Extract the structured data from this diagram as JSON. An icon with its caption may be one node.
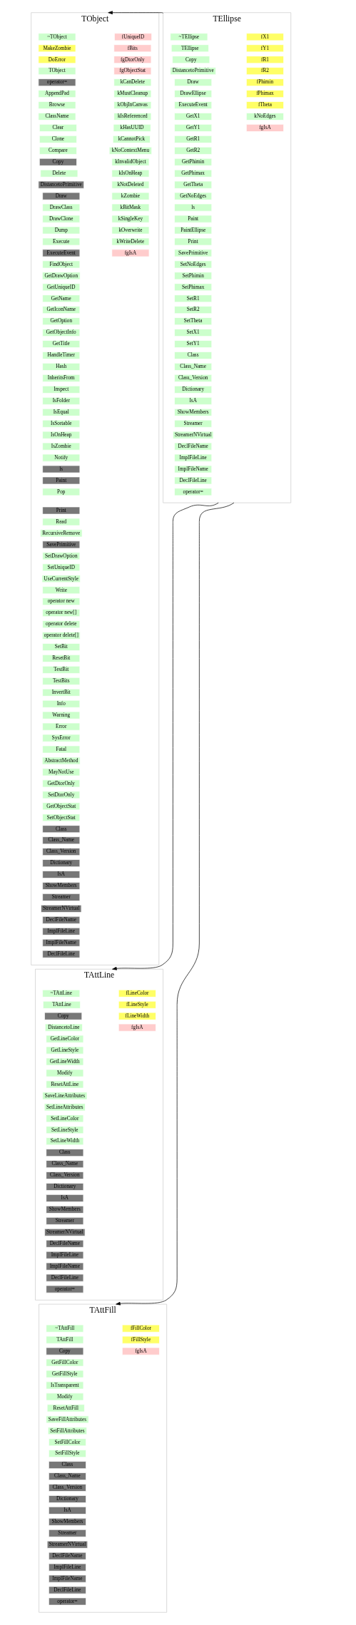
{
  "diagram": {
    "nodes": [
      {
        "text": [
          "TObject"
        ]
      },
      {
        "text": [
          "~TObject"
        ],
        "in": 0
      },
      {
        "text": [
          "MakeZombie"
        ],
        "in": 0
      },
      {
        "text": [
          "DoError"
        ],
        "in": 0
      },
      {
        "text": [
          "TObject"
        ],
        "in": 0
      },
      {
        "text": [
          "operator="
        ],
        "in": 0
      },
      {
        "text": [
          "AppendPad"
        ],
        "in": 0
      },
      {
        "text": [
          "Browse"
        ],
        "in": 0
      },
      {
        "text": [
          "ClassName"
        ],
        "in": 0
      },
      {
        "text": [
          "Clear"
        ],
        "in": 0
      },
      {
        "text": [
          "Clone"
        ],
        "in": 0
      },
      {
        "text": [
          "Compare"
        ],
        "in": 0
      },
      {
        "text": [
          "Copy"
        ],
        "in": 0
      },
      {
        "text": [
          "Delete"
        ],
        "in": 0
      },
      {
        "text": [
          "DistancetoPrimitive"
        ],
        "in": 0
      },
      {
        "text": [
          "Draw"
        ],
        "in": 0
      },
      {
        "text": [
          "DrawClass"
        ],
        "in": 0
      },
      {
        "text": [
          "DrawClone"
        ],
        "in": 0
      },
      {
        "text": [
          "Dump"
        ],
        "in": 0
      },
      {
        "text": [
          "Execute"
        ],
        "in": 0
      },
      {
        "text": [
          "ExecuteEvent"
        ],
        "in": 0
      },
      {
        "text": [
          "FindObject"
        ],
        "in": 0
      },
      {
        "text": [
          "GetDrawOption"
        ],
        "in": 0
      },
      {
        "text": [
          "GetUniqueID"
        ],
        "in": 0
      },
      {
        "text": [
          "GetName"
        ],
        "in": 0
      },
      {
        "text": [
          "GetIconName"
        ],
        "in": 0
      },
      {
        "text": [
          "GetOption"
        ],
        "in": 0
      },
      {
        "text": [
          "GetObjectInfo"
        ],
        "in": 0
      },
      {
        "text": [
          "GetTitle"
        ],
        "in": 0
      },
      {
        "text": [
          "HandleTimer"
        ],
        "in": 0
      },
      {
        "text": [
          "Hash"
        ],
        "in": 0
      },
      {
        "text": [
          "InheritsFrom"
        ],
        "in": 0
      },
      {
        "text": [
          "Inspect"
        ],
        "in": 0
      },
      {
        "text": [
          "IsFolder"
        ],
        "in": 0
      },
      {
        "text": [
          "IsEqual"
        ],
        "in": 0
      },
      {
        "text": [
          "IsSortable"
        ],
        "in": 0
      },
      {
        "text": [
          "IsOnHeap"
        ],
        "in": 0
      },
      {
        "text": [
          "IsZombie"
        ],
        "in": 0
      },
      {
        "text": [
          "Notify"
        ],
        "in": 0
      },
      {
        "text": [
          "ls"
        ],
        "in": 0
      },
      {
        "text": [
          "Paint"
        ],
        "in": 0
      },
      {
        "text": [
          "Pop"
        ],
        "in": 0
      },
      {
        "text": [
          "Print"
        ],
        "in": 0
      },
      {
        "text": [
          "Read"
        ],
        "in": 0
      },
      {
        "text": [
          "RecursiveRemove"
        ],
        "in": 0
      },
      {
        "text": [
          "SavePrimitive"
        ],
        "in": 0
      },
      {
        "text": [
          "SetDrawOption"
        ],
        "in": 0
      },
      {
        "text": [
          "SetUniqueID"
        ],
        "in": 0
      },
      {
        "text": [
          "UseCurrentStyle"
        ],
        "in": 0
      },
      {
        "text": [
          "Write"
        ],
        "in": 0
      },
      {
        "text": [
          "operator new"
        ],
        "in": 0
      },
      {
        "text": [
          "operator new[]"
        ],
        "in": 0
      },
      {
        "text": [
          "operator delete"
        ],
        "in": 0
      },
      {
        "text": [
          "operator delete[]"
        ],
        "in": 0
      },
      {
        "text": [
          "SetBit"
        ],
        "in": 0
      },
      {
        "text": [
          "ResetBit"
        ],
        "in": 0
      },
      {
        "text": [
          "TestBit"
        ],
        "in": 0
      },
      {
        "text": [
          "TestBits"
        ],
        "in": 0
      },
      {
        "text": [
          "InvertBit"
        ],
        "in": 0
      },
      {
        "text": [
          "Info"
        ],
        "in": 0
      },
      {
        "text": [
          "Warning"
        ],
        "in": 0
      },
      {
        "text": [
          "Error"
        ],
        "in": 0
      },
      {
        "text": [
          "SysError"
        ],
        "in": 0
      },
      {
        "text": [
          "Fatal"
        ],
        "in": 0
      },
      {
        "text": [
          "AbstractMethod"
        ],
        "in": 0
      },
      {
        "text": [
          "MayNotUse"
        ],
        "in": 0
      },
      {
        "text": [
          "GetDtorOnly"
        ],
        "in": 0
      },
      {
        "text": [
          "SetDtorOnly"
        ],
        "in": 0
      },
      {
        "text": [
          "GetObjectStat"
        ],
        "in": 0
      },
      {
        "text": [
          "SetObjectStat"
        ],
        "in": 0
      },
      {
        "text": [
          "Class"
        ],
        "in": 0
      },
      {
        "text": [
          "Class_Name"
        ],
        "in": 0
      },
      {
        "text": [
          "Class_Version"
        ],
        "in": 0
      },
      {
        "text": [
          "Dictionary"
        ],
        "in": 0
      },
      {
        "text": [
          "IsA"
        ],
        "in": 0
      },
      {
        "text": [
          "ShowMembers"
        ],
        "in": 0
      },
      {
        "text": [
          "Streamer"
        ],
        "in": 0
      },
      {
        "text": [
          "StreamerNVirtual"
        ],
        "in": 0
      },
      {
        "text": [
          "DeclFileName"
        ],
        "in": 0
      },
      {
        "text": [
          "ImplFileLine"
        ],
        "in": 0
      },
      {
        "text": [
          "ImplFileName"
        ],
        "in": 0
      },
      {
        "text": [
          "DeclFileLine"
        ],
        "in": 0
      },
      {
        "text": [
          "fUniqueID"
        ],
        "in": 0
      },
      {
        "text": [
          "fBits"
        ],
        "in": 0
      },
      {
        "text": [
          "fgDtorOnly"
        ],
        "in": 0
      },
      {
        "text": [
          "fgObjectStat"
        ],
        "in": 0
      },
      {
        "text": [
          "kCanDelete"
        ],
        "in": 0
      },
      {
        "text": [
          "kMustCleanup"
        ],
        "in": 0
      },
      {
        "text": [
          "kObjInCanvas"
        ],
        "in": 0
      },
      {
        "text": [
          "kIsReferenced"
        ],
        "in": 0
      },
      {
        "text": [
          "kHasUUID"
        ],
        "in": 0
      },
      {
        "text": [
          "kCannotPick"
        ],
        "in": 0
      },
      {
        "text": [
          "kNoContextMenu"
        ],
        "in": 0
      },
      {
        "text": [
          "kInvalidObject"
        ],
        "in": 0
      },
      {
        "text": [
          "kIsOnHeap"
        ],
        "in": 0
      },
      {
        "text": [
          "kNotDeleted"
        ],
        "in": 0
      },
      {
        "text": [
          "kZombie"
        ],
        "in": 0
      },
      {
        "text": [
          "kBitMask"
        ],
        "in": 0
      },
      {
        "text": [
          "kSingleKey"
        ],
        "in": 0
      },
      {
        "text": [
          "kOverwrite"
        ],
        "in": 0
      },
      {
        "text": [
          "kWriteDelete"
        ],
        "in": 0
      },
      {
        "text": [
          "fgIsA"
        ],
        "in": 0
      },
      {
        "text": [
          "TEllipse"
        ]
      },
      {
        "text": [
          "~TEllipse"
        ],
        "in": 102
      },
      {
        "text": [
          "TEllipse"
        ],
        "in": 102
      },
      {
        "text": [
          "Copy"
        ],
        "in": 102
      },
      {
        "text": [
          "DistancetoPrimitive"
        ],
        "in": 102
      },
      {
        "text": [
          "Draw"
        ],
        "in": 102
      },
      {
        "text": [
          "DrawEllipse"
        ],
        "in": 102
      },
      {
        "text": [
          "ExecuteEvent"
        ],
        "in": 102
      },
      {
        "text": [
          "GetX1"
        ],
        "in": 102
      },
      {
        "text": [
          "GetY1"
        ],
        "in": 102
      },
      {
        "text": [
          "GetR1"
        ],
        "in": 102
      },
      {
        "text": [
          "GetR2"
        ],
        "in": 102
      },
      {
        "text": [
          "GetPhimin"
        ],
        "in": 102
      },
      {
        "text": [
          "GetPhimax"
        ],
        "in": 102
      },
      {
        "text": [
          "GetTheta"
        ],
        "in": 102
      },
      {
        "text": [
          "GetNoEdges"
        ],
        "in": 102
      },
      {
        "text": [
          "ls"
        ],
        "in": 102
      },
      {
        "text": [
          "Paint"
        ],
        "in": 102
      },
      {
        "text": [
          "PaintEllipse"
        ],
        "in": 102
      },
      {
        "text": [
          "Print"
        ],
        "in": 102
      },
      {
        "text": [
          "SavePrimitive"
        ],
        "in": 102
      },
      {
        "text": [
          "SetNoEdges"
        ],
        "in": 102
      },
      {
        "text": [
          "SetPhimin"
        ],
        "in": 102
      },
      {
        "text": [
          "SetPhimax"
        ],
        "in": 102
      },
      {
        "text": [
          "SetR1"
        ],
        "in": 102
      },
      {
        "text": [
          "SetR2"
        ],
        "in": 102
      },
      {
        "text": [
          "SetTheta"
        ],
        "in": 102
      },
      {
        "text": [
          "SetX1"
        ],
        "in": 102
      },
      {
        "text": [
          "SetY1"
        ],
        "in": 102
      },
      {
        "text": [
          "Class"
        ],
        "in": 102
      },
      {
        "text": [
          "Class_Name"
        ],
        "in": 102
      },
      {
        "text": [
          "Class_Version"
        ],
        "in": 102
      },
      {
        "text": [
          "Dictionary"
        ],
        "in": 102
      },
      {
        "text": [
          "IsA"
        ],
        "in": 102
      },
      {
        "text": [
          "ShowMembers"
        ],
        "in": 102
      },
      {
        "text": [
          "Streamer"
        ],
        "in": 102
      },
      {
        "text": [
          "StreamerNVirtual"
        ],
        "in": 102
      },
      {
        "text": [
          "DeclFileName"
        ],
        "in": 102
      },
      {
        "text": [
          "ImplFileLine"
        ],
        "in": 102
      },
      {
        "text": [
          "ImplFileName"
        ],
        "in": 102
      },
      {
        "text": [
          "DeclFileLine"
        ],
        "in": 102
      },
      {
        "text": [
          "operator="
        ],
        "in": 102
      },
      {
        "text": [
          "fX1"
        ],
        "in": 102
      },
      {
        "text": [
          "fY1"
        ],
        "in": 102
      },
      {
        "text": [
          "fR1"
        ],
        "in": 102
      },
      {
        "text": [
          "fR2"
        ],
        "in": 102
      },
      {
        "text": [
          "fPhimin"
        ],
        "in": 102
      },
      {
        "text": [
          "fPhimax"
        ],
        "in": 102
      },
      {
        "text": [
          "fTheta"
        ],
        "in": 102
      },
      {
        "text": [
          "kNoEdges"
        ],
        "in": 102
      },
      {
        "text": [
          "fgIsA"
        ],
        "in": 102
      },
      {
        "text": [
          "TAttLine"
        ]
      },
      {
        "text": [
          "~TAttLine"
        ],
        "in": 153
      },
      {
        "text": [
          "TAttLine"
        ],
        "in": 153
      },
      {
        "text": [
          "Copy"
        ],
        "in": 153
      },
      {
        "text": [
          "DistancetoLine"
        ],
        "in": 153
      },
      {
        "text": [
          "GetLineColor"
        ],
        "in": 153
      },
      {
        "text": [
          "GetLineStyle"
        ],
        "in": 153
      },
      {
        "text": [
          "GetLineWidth"
        ],
        "in": 153
      },
      {
        "text": [
          "Modify"
        ],
        "in": 153
      },
      {
        "text": [
          "ResetAttLine"
        ],
        "in": 153
      },
      {
        "text": [
          "SaveLineAttributes"
        ],
        "in": 153
      },
      {
        "text": [
          "SetLineAttributes"
        ],
        "in": 153
      },
      {
        "text": [
          "SetLineColor"
        ],
        "in": 153
      },
      {
        "text": [
          "SetLineStyle"
        ],
        "in": 153
      },
      {
        "text": [
          "SetLineWidth"
        ],
        "in": 153
      },
      {
        "text": [
          "Class"
        ],
        "in": 153
      },
      {
        "text": [
          "Class_Name"
        ],
        "in": 153
      },
      {
        "text": [
          "Class_Version"
        ],
        "in": 153
      },
      {
        "text": [
          "Dictionary"
        ],
        "in": 153
      },
      {
        "text": [
          "IsA"
        ],
        "in": 153
      },
      {
        "text": [
          "ShowMembers"
        ],
        "in": 153
      },
      {
        "text": [
          "Streamer"
        ],
        "in": 153
      },
      {
        "text": [
          "StreamerNVirtual"
        ],
        "in": 153
      },
      {
        "text": [
          "DeclFileName"
        ],
        "in": 153
      },
      {
        "text": [
          "ImplFileLine"
        ],
        "in": 153
      },
      {
        "text": [
          "ImplFileName"
        ],
        "in": 153
      },
      {
        "text": [
          "DeclFileLine"
        ],
        "in": 153
      },
      {
        "text": [
          "operator="
        ],
        "in": 153
      },
      {
        "text": [
          "fLineColor"
        ],
        "in": 153
      },
      {
        "text": [
          "fLineStyle"
        ],
        "in": 153
      },
      {
        "text": [
          "fLineWidth"
        ],
        "in": 153
      },
      {
        "text": [
          "fgIsA"
        ],
        "in": 153
      },
      {
        "text": [
          "TAttFill"
        ]
      },
      {
        "text": [
          "~TAttFill"
        ],
        "in": 185
      },
      {
        "text": [
          "TAttFill"
        ],
        "in": 185
      },
      {
        "text": [
          "Copy"
        ],
        "in": 185
      },
      {
        "text": [
          "GetFillColor"
        ],
        "in": 185
      },
      {
        "text": [
          "GetFillStyle"
        ],
        "in": 185
      },
      {
        "text": [
          "IsTransparent"
        ],
        "in": 185
      },
      {
        "text": [
          "Modify"
        ],
        "in": 185
      },
      {
        "text": [
          "ResetAttFill"
        ],
        "in": 185
      },
      {
        "text": [
          "SaveFillAttributes"
        ],
        "in": 185
      },
      {
        "text": [
          "SetFillAttributes"
        ],
        "in": 185
      },
      {
        "text": [
          "SetFillColor"
        ],
        "in": 185
      },
      {
        "text": [
          "SetFillStyle"
        ],
        "in": 185
      },
      {
        "text": [
          "Class"
        ],
        "in": 185
      },
      {
        "text": [
          "Class_Name"
        ],
        "in": 185
      },
      {
        "text": [
          "Class_Version"
        ],
        "in": 185
      },
      {
        "text": [
          "Dictionary"
        ],
        "in": 185
      },
      {
        "text": [
          "IsA"
        ],
        "in": 185
      },
      {
        "text": [
          "ShowMembers"
        ],
        "in": 185
      },
      {
        "text": [
          "Streamer"
        ],
        "in": 185
      },
      {
        "text": [
          "StreamerNVirtual"
        ],
        "in": 185
      },
      {
        "text": [
          "DeclFileName"
        ],
        "in": 185
      },
      {
        "text": [
          "ImplFileLine"
        ],
        "in": 185
      },
      {
        "text": [
          "ImplFileName"
        ],
        "in": 185
      },
      {
        "text": [
          "DeclFileLine"
        ],
        "in": 185
      },
      {
        "text": [
          "operator="
        ],
        "in": 185
      },
      {
        "text": [
          "fFillColor"
        ],
        "in": 185
      },
      {
        "text": [
          "fFillStyle"
        ],
        "in": 185
      },
      {
        "text": [
          "fgIsA"
        ],
        "in": 185
      }
    ],
    "edges": [
      {
        "from": 102,
        "to": 0,
        "arrow": "to"
      },
      {
        "from": 102,
        "to": 153,
        "arrow": "to"
      },
      {
        "from": 102,
        "to": 185,
        "arrow": "to"
      }
    ]
  }
}
